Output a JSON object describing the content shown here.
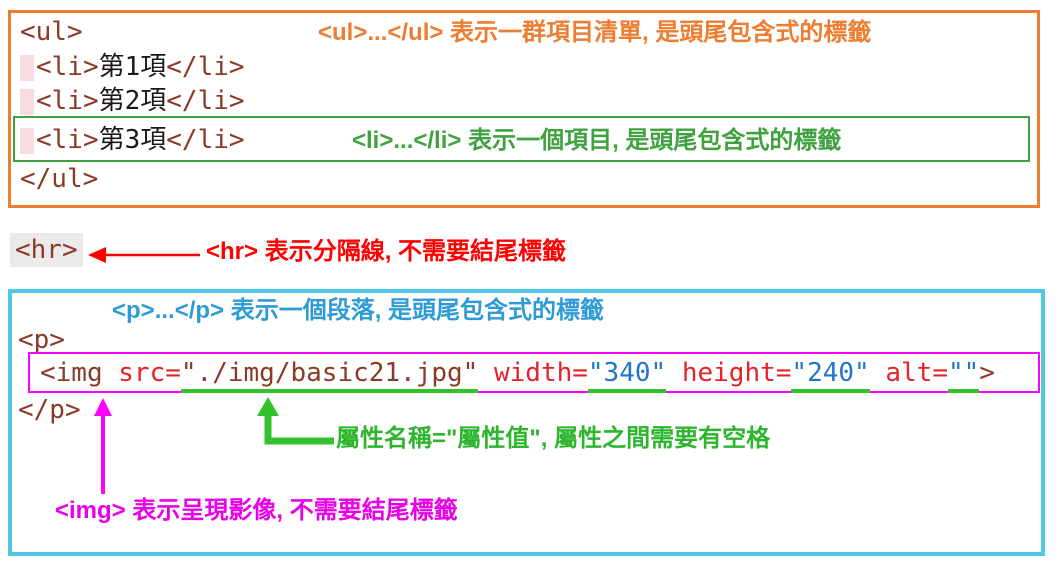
{
  "colors": {
    "orange": "#ED7D31",
    "box_green": "#3FA23F",
    "bright_green": "#33C12C",
    "red": "#FF0000",
    "sky_blue": "#2E9BD6",
    "cyan": "#4FC8E8",
    "magenta": "#FF00FF",
    "code_maroon": "#8C3A28",
    "value_blue": "#2077C8"
  },
  "ul_section": {
    "open_tag": "<ul>",
    "annotation": "<ul>...</ul> 表示一群項目清單, 是頭尾包含式的標籤",
    "items": [
      {
        "open": "<li>",
        "text": "第1項",
        "close": "</li>"
      },
      {
        "open": "<li>",
        "text": "第2項",
        "close": "</li>"
      },
      {
        "open": "<li>",
        "text": "第3項",
        "close": "</li>"
      }
    ],
    "li_annotation": "<li>...</li> 表示一個項目, 是頭尾包含式的標籤",
    "close_tag": "</ul>"
  },
  "hr_section": {
    "code": "<hr>",
    "annotation": "<hr> 表示分隔線, 不需要結尾標籤"
  },
  "p_section": {
    "annotation": "<p>...</p> 表示一個段落, 是頭尾包含式的標籤",
    "open_tag": "<p>",
    "close_tag": "</p>",
    "img_code": {
      "tag_open": "<img ",
      "attr_src": "src=",
      "val_src": "\"./img/basic21.jpg\"",
      "attr_width": " width=",
      "val_width": "\"340\"",
      "attr_height": " height=",
      "val_height": "\"240\"",
      "attr_alt": " alt=",
      "val_alt": "\"\"",
      "tag_close": ">"
    },
    "attr_annotation": "屬性名稱=\"屬性值\", 屬性之間需要有空格",
    "img_annotation": "<img> 表示呈現影像, 不需要結尾標籤"
  }
}
